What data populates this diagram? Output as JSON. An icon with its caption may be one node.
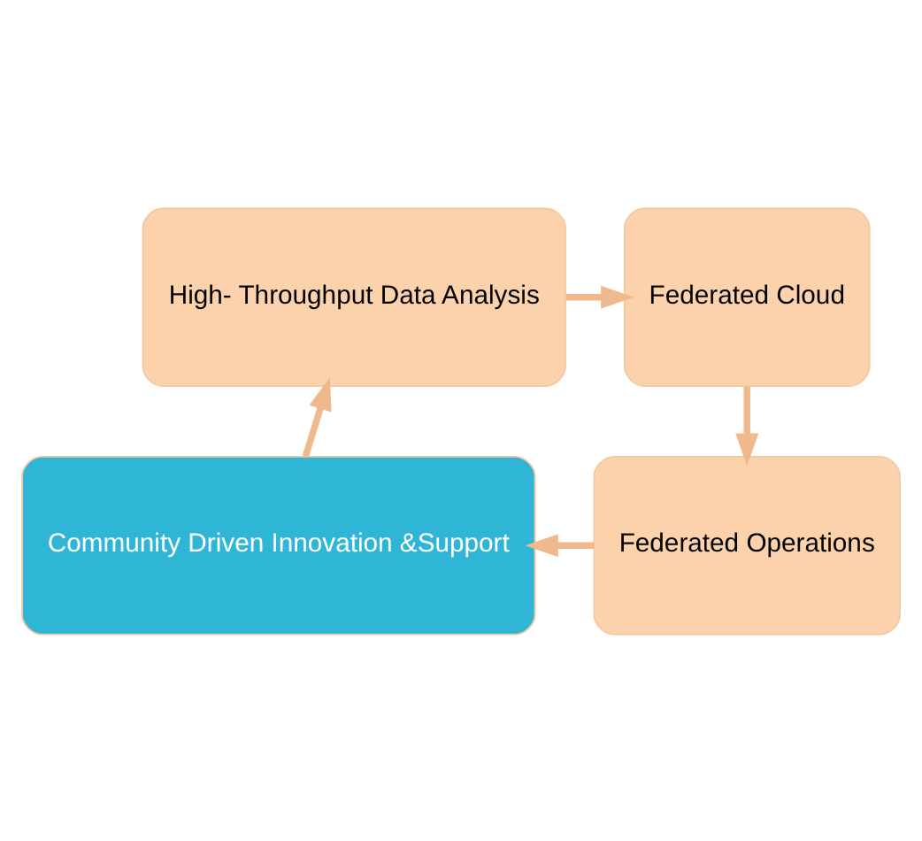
{
  "diagram": {
    "nodes": [
      {
        "text": [
          "High- Throughput Data Analysis"
        ]
      },
      {
        "text": [
          "Federated Cloud"
        ]
      },
      {
        "text": [
          "Federated Operations"
        ]
      },
      {
        "text": [
          "Community Driven Innovation &Support"
        ]
      }
    ],
    "edges": [
      {
        "from": 0,
        "to": 1,
        "arrow": "to"
      },
      {
        "from": 1,
        "to": 2,
        "arrow": "to"
      },
      {
        "from": 2,
        "to": 3,
        "arrow": "to"
      },
      {
        "from": 3,
        "to": 0,
        "arrow": "to"
      }
    ]
  }
}
